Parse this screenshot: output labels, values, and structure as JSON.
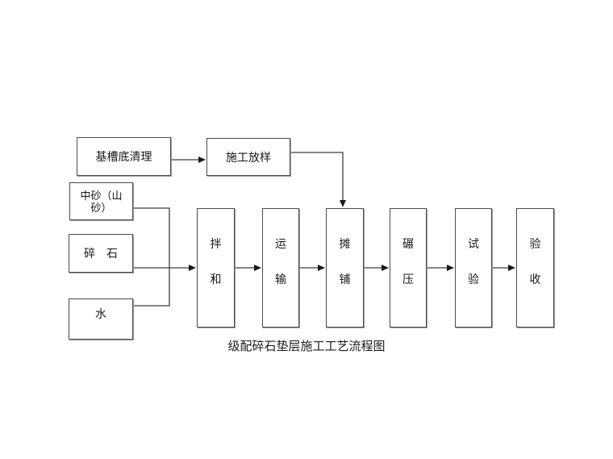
{
  "diagram": {
    "caption": "级配碎石垫层施工工艺流程图",
    "colors": {
      "background": "#ffffff",
      "box_border": "#4b4b4b",
      "box_shadow": "#9b9b9b",
      "connector_line": "#3c3c3c",
      "arrowhead_fill": "#1a1a1a",
      "text": "#1a1a1a"
    },
    "prep": {
      "base_trench_cleaning": "基槽底清理",
      "construction_layout": "施工放样"
    },
    "materials": {
      "medium_sand": "中砂（山砂）",
      "crushed_stone": "碎　石",
      "water": "水"
    },
    "process_steps": [
      {
        "label": "拌和"
      },
      {
        "label": "运输"
      },
      {
        "label": "摊铺"
      },
      {
        "label": "碾压"
      },
      {
        "label": "试验"
      },
      {
        "label": "验收"
      }
    ]
  }
}
